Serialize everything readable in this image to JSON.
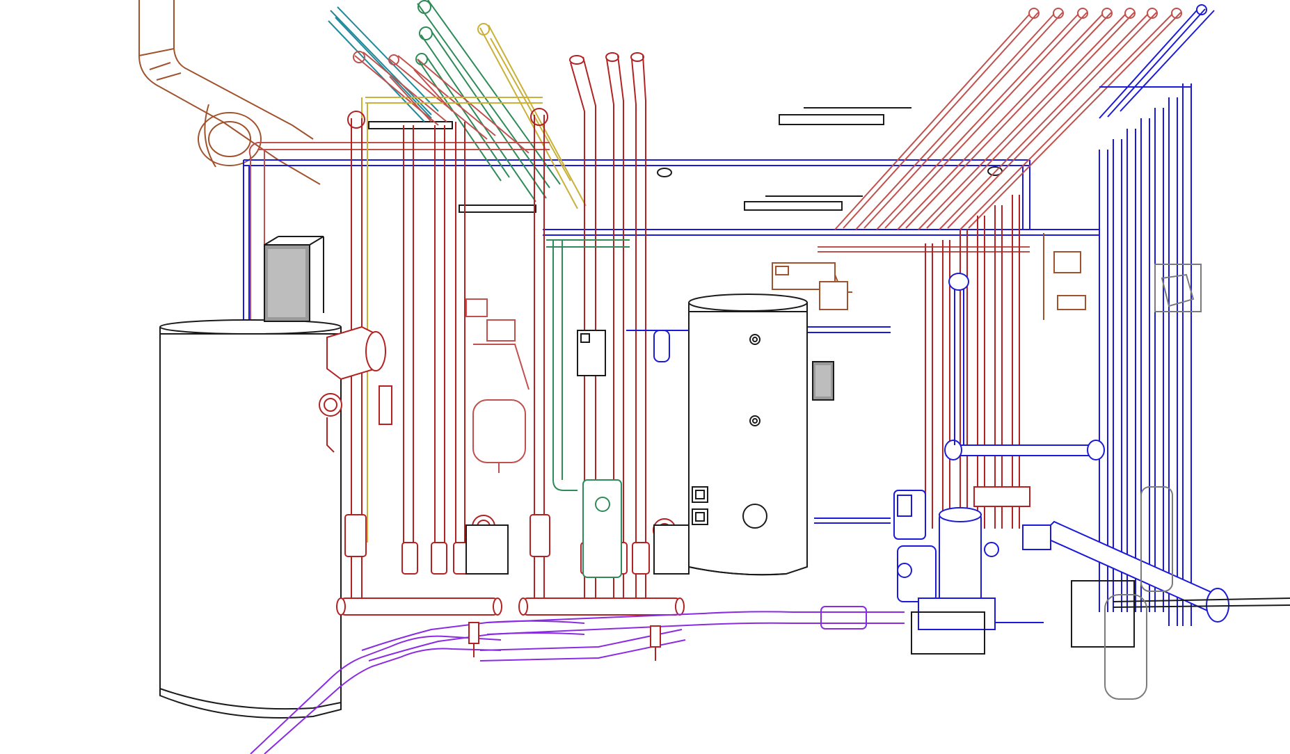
{
  "drawing": {
    "style": "isometric line-art MEP model of a plant / boiler room",
    "systems": [
      {
        "name": "flue-exhaust",
        "color": "#a0522d"
      },
      {
        "name": "heating-supply",
        "color": "#b22222"
      },
      {
        "name": "heating-return",
        "color": "#c0504d"
      },
      {
        "name": "cold-water",
        "color": "#1a1ad8"
      },
      {
        "name": "drain-waste",
        "color": "#8a2be2"
      },
      {
        "name": "gas",
        "color": "#c9b037"
      },
      {
        "name": "glycol",
        "color": "#2e8b57"
      },
      {
        "name": "control",
        "color": "#20899a"
      },
      {
        "name": "equipment-outline",
        "color": "#1a1a1a"
      },
      {
        "name": "equipment-fill",
        "color": "#9a9a9a"
      }
    ],
    "components": [
      "boiler-tank",
      "storage-tank",
      "chimney-flue",
      "supply-header",
      "return-header",
      "cold-water-manifold",
      "booster-pump-set",
      "expansion-vessel",
      "drain-lines",
      "control-panel"
    ]
  }
}
